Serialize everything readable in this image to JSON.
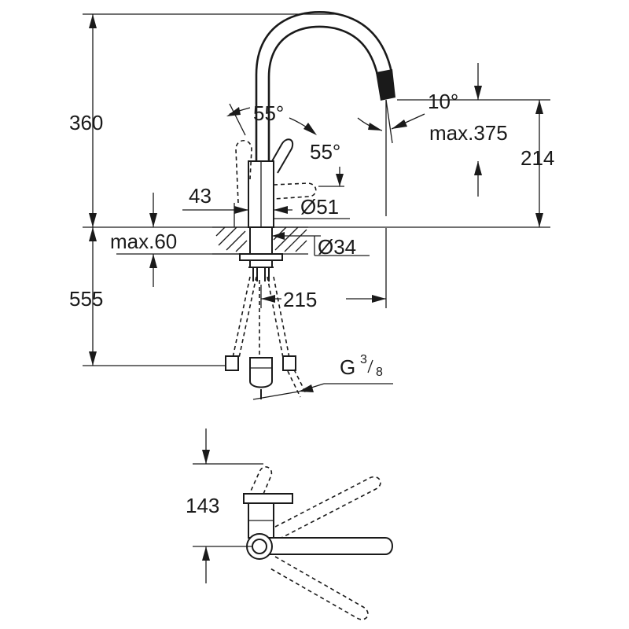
{
  "dimensions": {
    "total_height": "360",
    "spout_height": "214",
    "spout_reach_max": "max.375",
    "spout_angle": "10°",
    "lever_angle_upper": "55°",
    "lever_angle_side": "55°",
    "lever_offset": "43",
    "body_diameter": "Ø51",
    "worktop_thickness_max": "max.60",
    "hole_diameter": "Ø34",
    "hose_length": "555",
    "spout_projection": "215",
    "thread_prefix": "G",
    "thread_num": "3",
    "thread_den": "8",
    "plan_depth": "143"
  }
}
